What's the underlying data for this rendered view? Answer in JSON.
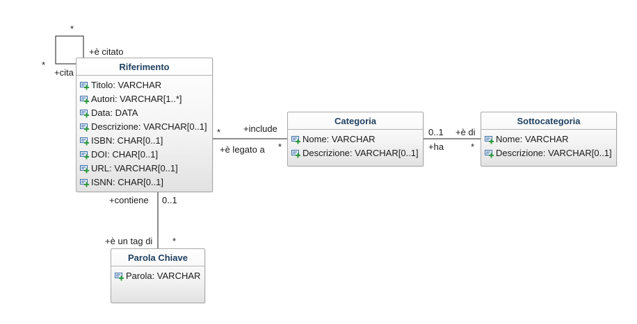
{
  "classes": {
    "riferimento": {
      "title": "Riferimento",
      "attributes": [
        "Titolo: VARCHAR",
        "Autori: VARCHAR[1..*]",
        "Data: DATA",
        "Descrizione: VARCHAR[0..1]",
        "ISBN: CHAR[0..1]",
        "DOI: CHAR[0..1]",
        "URL: VARCHAR[0..1]",
        "ISNN: CHAR[0..1]"
      ]
    },
    "categoria": {
      "title": "Categoria",
      "attributes": [
        "Nome: VARCHAR",
        "Descrizione: VARCHAR[0..1]"
      ]
    },
    "sottocategoria": {
      "title": "Sottocategoria",
      "attributes": [
        "Nome: VARCHAR",
        "Descrizione: VARCHAR[0..1]"
      ]
    },
    "parola_chiave": {
      "title": "Parola Chiave",
      "attributes": [
        "Parola: VARCHAR"
      ]
    }
  },
  "associations": {
    "self_citation": {
      "multiplicity_top": "*",
      "role_top": "+è citato",
      "multiplicity_left": "*",
      "role_left": "+cita"
    },
    "riferimento_categoria": {
      "multiplicity_left": "*",
      "role_top": "+include",
      "role_bottom": "+è legato a",
      "multiplicity_right": "*"
    },
    "categoria_sottocategoria": {
      "multiplicity_left": "0..1",
      "role_top": "+è di",
      "role_bottom": "+ha",
      "multiplicity_right": "*"
    },
    "riferimento_parola": {
      "role_top": "+contiene",
      "multiplicity_top": "0..1",
      "role_bottom": "+è un tag di",
      "multiplicity_bottom": "*"
    }
  },
  "icon_name": "attribute-icon",
  "colors": {
    "title_text": "#1f4060",
    "border": "#a8a8a8",
    "icon_blue": "#3a6ea5",
    "icon_green": "#2e9a3e"
  }
}
